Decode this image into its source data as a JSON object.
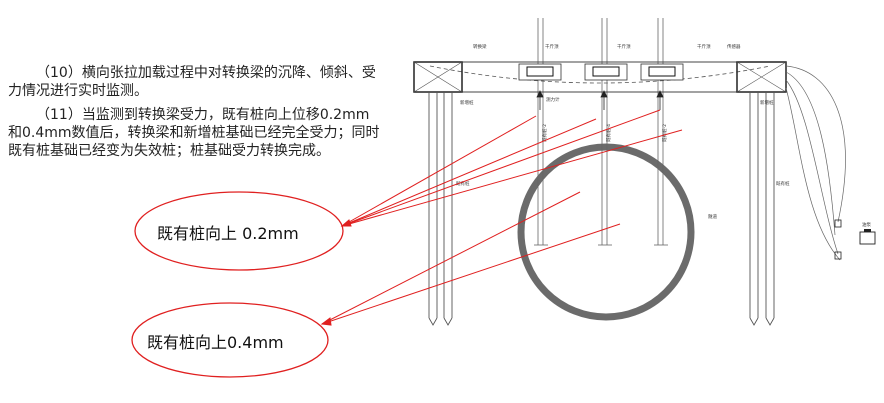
{
  "text": {
    "para1": "（10）横向张拉加载过程中对转换梁的沉降、倾斜、受力情况进行实时监测。",
    "para2": "（11）当监测到转换梁受力，既有桩向上位移0.2mm和0.4mm数值后，转换梁和新增桩基础已经完全受力；同时既有桩基础已经变为失效桩；桩基础受力转换完成。"
  },
  "callouts": [
    {
      "label": "既有桩向上 0.2mm"
    },
    {
      "label": "既有桩向上0.4mm"
    }
  ],
  "drawing": {
    "labels": {
      "transfer_beam": "转换梁",
      "jack_left": "千斤顶",
      "jack_mid": "千斤顶",
      "jack_right": "千斤顶",
      "pressure_gauge": "传感器",
      "load_cell": "测力计",
      "new_pile_left": "新增桩",
      "new_pile_right": "新增桩",
      "existing_pile_left": "既有桩",
      "existing_pile_right": "既有桩",
      "tunnel": "隧道",
      "pump": "油泵",
      "pile_no_1": "既有桩-2",
      "pile_no_2": "既有桩-4",
      "pile_no_3": "既有桩-2"
    },
    "colors": {
      "annotation": "#e02020",
      "line": "#555555",
      "tunnel_ring": "#6b6b6b"
    }
  }
}
